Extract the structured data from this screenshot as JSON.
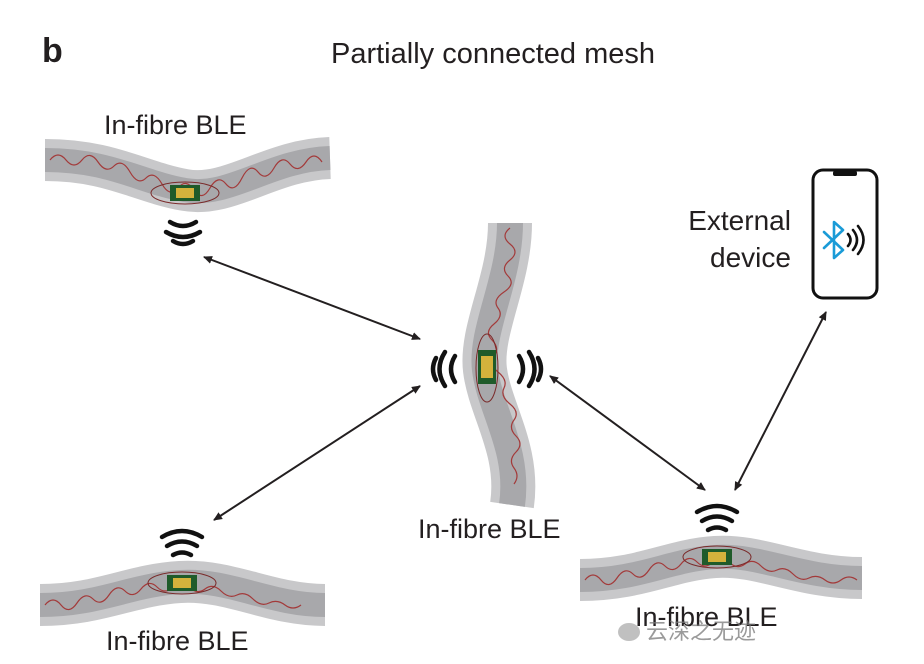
{
  "panel_label": "b",
  "title": "Partially connected mesh",
  "nodes": {
    "top_left": {
      "label": "In-fibre BLE"
    },
    "center": {
      "label": "In-fibre BLE"
    },
    "bottom_left": {
      "label": "In-fibre BLE"
    },
    "bottom_right": {
      "label": "In-fibre BLE"
    }
  },
  "external_device": {
    "label_line1": "External",
    "label_line2": "device",
    "icon": "bluetooth-icon"
  },
  "watermark": "云深之无迹",
  "colors": {
    "fibre_outer": "#c8c8ca",
    "fibre_inner": "#a8a8ab",
    "wire": "#a33a3a",
    "chip_board": "#1f5b2a",
    "chip": "#d4b23c",
    "arrow": "#231f20",
    "bluetooth": "#1a9bd7"
  },
  "connections": [
    [
      "top_left",
      "center"
    ],
    [
      "bottom_left",
      "center"
    ],
    [
      "center",
      "bottom_right"
    ],
    [
      "bottom_right",
      "external_device"
    ]
  ]
}
